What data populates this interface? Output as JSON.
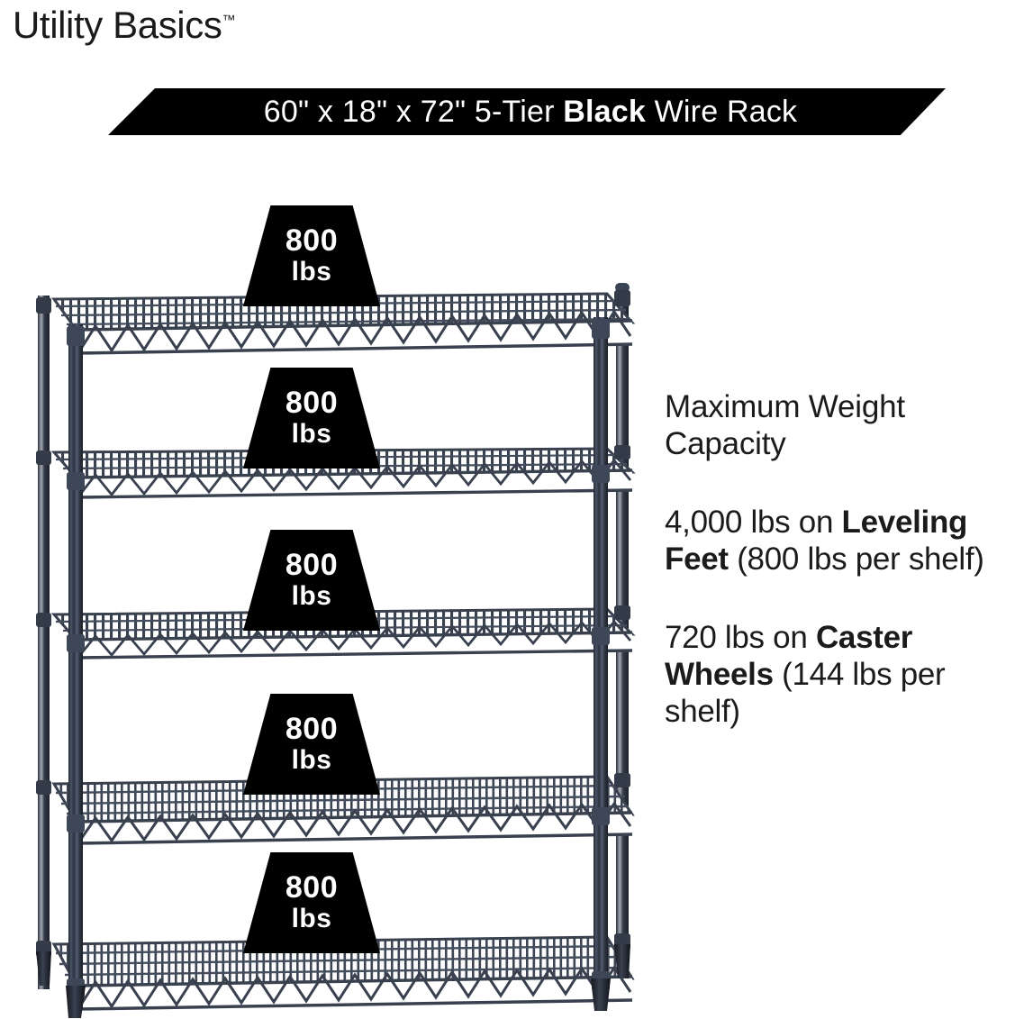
{
  "brand": {
    "name": "Utility Basics",
    "trademark": "™"
  },
  "banner": {
    "prefix": "60\" x 18\" x 72\" 5-Tier ",
    "emphasis": "Black",
    "suffix": " Wire Rack",
    "full_text": "60\" x 18\" x 72\" 5-Tier Black Wire Rack",
    "background_color": "#000000",
    "text_color": "#ffffff"
  },
  "product": {
    "width_in": "60\"",
    "depth_in": "18\"",
    "height_in": "72\"",
    "tiers": "5-Tier",
    "color": "Black",
    "type": "Wire Rack",
    "shelf_count": 5,
    "frame_color": "#39414f",
    "feet_color": "#1d2029"
  },
  "badges": [
    {
      "value": "800",
      "unit": "lbs",
      "shelf": 1
    },
    {
      "value": "800",
      "unit": "lbs",
      "shelf": 2
    },
    {
      "value": "800",
      "unit": "lbs",
      "shelf": 3
    },
    {
      "value": "800",
      "unit": "lbs",
      "shelf": 4
    },
    {
      "value": "800",
      "unit": "lbs",
      "shelf": 5
    }
  ],
  "copy": {
    "heading": "Maximum Weight Capacity",
    "specs": [
      {
        "lead": "4,000 lbs on ",
        "emphasis": "Leveling Feet",
        "tail": " (800 lbs per shelf)",
        "full_text": "4,000 lbs on Leveling Feet (800 lbs per shelf)",
        "total": "4,000 lbs",
        "per_shelf": "800 lbs",
        "support": "Leveling Feet"
      },
      {
        "lead": "720 lbs on ",
        "emphasis": "Caster Wheels",
        "tail": " (144 lbs per shelf)",
        "full_text": "720 lbs on Caster Wheels (144 lbs per shelf)",
        "total": "720 lbs",
        "per_shelf": "144 lbs",
        "support": "Caster Wheels"
      }
    ]
  }
}
